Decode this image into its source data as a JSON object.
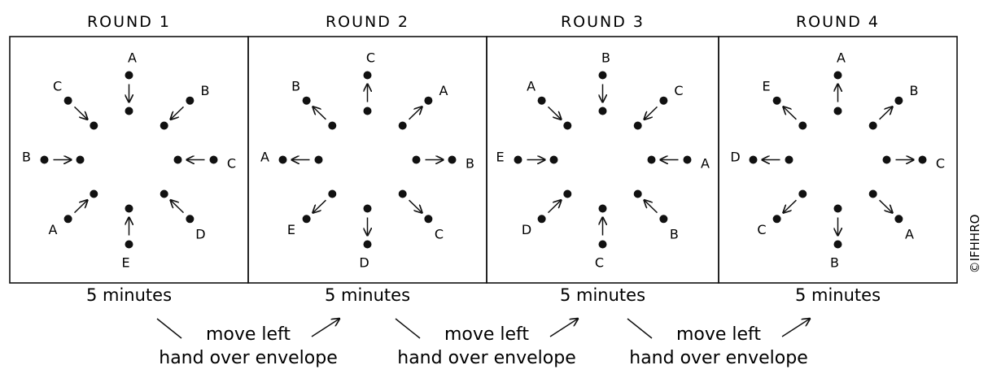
{
  "rounds": [
    {
      "title": "ROUND 1",
      "minutes": "5 minutes",
      "stations": [
        {
          "dir": "N",
          "label": "A",
          "arrow": "in"
        },
        {
          "dir": "NE",
          "label": "B",
          "arrow": "in"
        },
        {
          "dir": "E",
          "label": "C",
          "arrow": "in"
        },
        {
          "dir": "SE",
          "label": "D",
          "arrow": "in"
        },
        {
          "dir": "S",
          "label": "E",
          "arrow": "in"
        },
        {
          "dir": "SW",
          "label": "A",
          "arrow": "in"
        },
        {
          "dir": "W",
          "label": "B",
          "arrow": "in"
        },
        {
          "dir": "NW",
          "label": "C",
          "arrow": "in"
        }
      ]
    },
    {
      "title": "ROUND 2",
      "minutes": "5 minutes",
      "stations": [
        {
          "dir": "N",
          "label": "C",
          "arrow": "out"
        },
        {
          "dir": "NE",
          "label": "A",
          "arrow": "out"
        },
        {
          "dir": "E",
          "label": "B",
          "arrow": "out"
        },
        {
          "dir": "SE",
          "label": "C",
          "arrow": "out"
        },
        {
          "dir": "S",
          "label": "D",
          "arrow": "out"
        },
        {
          "dir": "SW",
          "label": "E",
          "arrow": "out"
        },
        {
          "dir": "W",
          "label": "A",
          "arrow": "out"
        },
        {
          "dir": "NW",
          "label": "B",
          "arrow": "out"
        }
      ]
    },
    {
      "title": "ROUND 3",
      "minutes": "5 minutes",
      "stations": [
        {
          "dir": "N",
          "label": "B",
          "arrow": "in"
        },
        {
          "dir": "NE",
          "label": "C",
          "arrow": "in"
        },
        {
          "dir": "E",
          "label": "A",
          "arrow": "in"
        },
        {
          "dir": "SE",
          "label": "B",
          "arrow": "in"
        },
        {
          "dir": "S",
          "label": "C",
          "arrow": "in"
        },
        {
          "dir": "SW",
          "label": "D",
          "arrow": "in"
        },
        {
          "dir": "W",
          "label": "E",
          "arrow": "in"
        },
        {
          "dir": "NW",
          "label": "A",
          "arrow": "in"
        }
      ]
    },
    {
      "title": "ROUND 4",
      "minutes": "5 minutes",
      "stations": [
        {
          "dir": "N",
          "label": "A",
          "arrow": "out"
        },
        {
          "dir": "NE",
          "label": "B",
          "arrow": "out"
        },
        {
          "dir": "E",
          "label": "C",
          "arrow": "out"
        },
        {
          "dir": "SE",
          "label": "A",
          "arrow": "out"
        },
        {
          "dir": "S",
          "label": "B",
          "arrow": "out"
        },
        {
          "dir": "SW",
          "label": "C",
          "arrow": "out"
        },
        {
          "dir": "W",
          "label": "D",
          "arrow": "out"
        },
        {
          "dir": "NW",
          "label": "E",
          "arrow": "out"
        }
      ]
    }
  ],
  "transitions": [
    {
      "line1": "move left",
      "line2": "hand over envelope"
    },
    {
      "line1": "move left",
      "line2": "hand over envelope"
    },
    {
      "line1": "move left",
      "line2": "hand over envelope"
    }
  ],
  "copyright": "©IFHHRO"
}
